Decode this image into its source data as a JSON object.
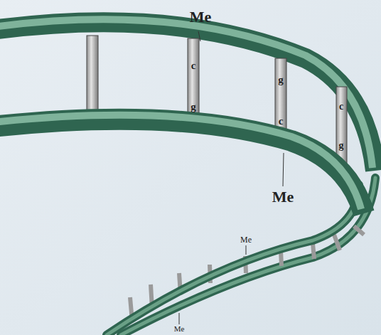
{
  "diagram": {
    "labels": [
      "Me",
      "c",
      "g",
      "g",
      "c",
      "c",
      "g",
      "Me",
      "Me",
      "Me"
    ]
  }
}
